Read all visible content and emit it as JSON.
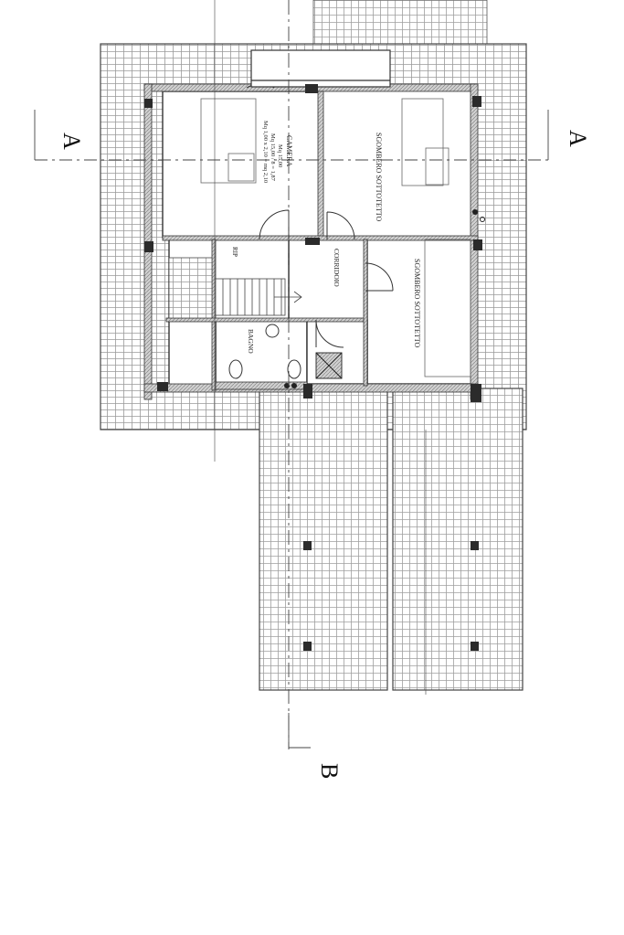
{
  "drawing": {
    "section_markers": {
      "a_left": "A",
      "a_right": "A",
      "b": "B"
    },
    "rooms": {
      "camera": "CAMERA",
      "camera_note_1": "Mq 15,00",
      "camera_note_2": "Mq 15,00 / 8 = 1,87",
      "camera_note_3": "Mq 1,00 x 2,10 = mq 2,10",
      "sgombero_1": "SGOMBERO SOTTOTETTO",
      "sgombero_2": "SGOMBERO SOTTOTETTO",
      "corridoio": "CORRIDOIO",
      "rip": "RIP",
      "bagno": "BAGNO"
    },
    "colors": {
      "line": "#333333",
      "tile": "#9a9a9a",
      "wall_fill": "#bcbcbc",
      "column": "#2b2b2b"
    }
  }
}
